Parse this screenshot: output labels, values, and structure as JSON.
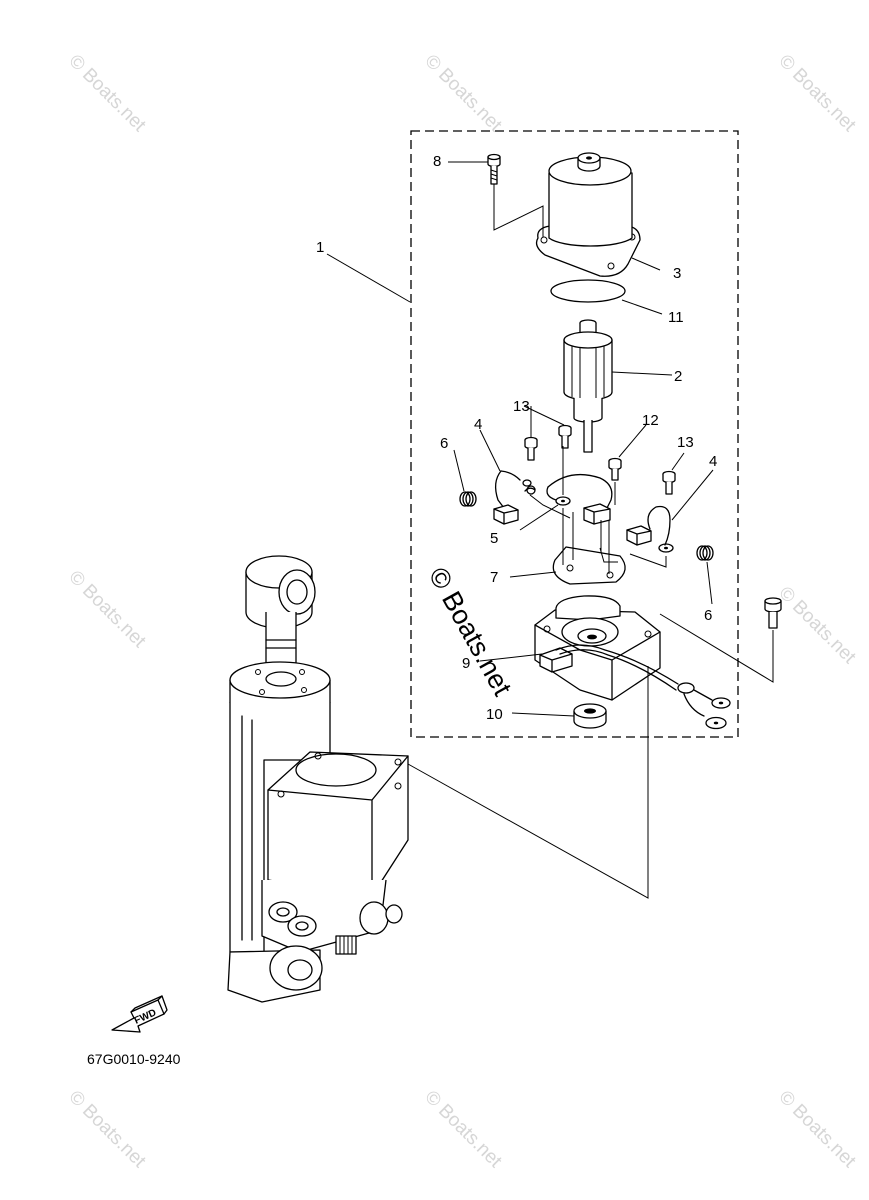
{
  "watermark": {
    "text": "© Boats.net"
  },
  "diagram_code": "67G0010-9240",
  "fwd_label": "FWD",
  "callouts": [
    {
      "id": "1",
      "label": "1"
    },
    {
      "id": "2",
      "label": "2"
    },
    {
      "id": "3",
      "label": "3"
    },
    {
      "id": "4a",
      "label": "4"
    },
    {
      "id": "4b",
      "label": "4"
    },
    {
      "id": "5",
      "label": "5"
    },
    {
      "id": "6a",
      "label": "6"
    },
    {
      "id": "6b",
      "label": "6"
    },
    {
      "id": "7",
      "label": "7"
    },
    {
      "id": "8",
      "label": "8"
    },
    {
      "id": "9",
      "label": "9"
    },
    {
      "id": "10",
      "label": "10"
    },
    {
      "id": "11",
      "label": "11"
    },
    {
      "id": "12",
      "label": "12"
    },
    {
      "id": "13a",
      "label": "13"
    },
    {
      "id": "13b",
      "label": "13"
    }
  ]
}
